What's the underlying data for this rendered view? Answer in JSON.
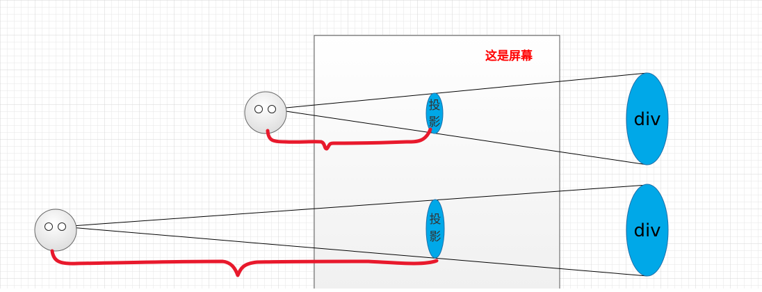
{
  "screen": {
    "label": "这是屏幕",
    "label_color": "#ff0000"
  },
  "objects": [
    {
      "name": "div",
      "projection_label": [
        "投",
        "影"
      ]
    },
    {
      "name": "div",
      "projection_label": [
        "投",
        "影"
      ]
    }
  ],
  "colors": {
    "ellipse_fill": "#00a8e8",
    "ellipse_stroke": "#1f6fa8",
    "distance_mark": "#e8192c",
    "grid": "#e2e2e2",
    "line": "#000000"
  }
}
